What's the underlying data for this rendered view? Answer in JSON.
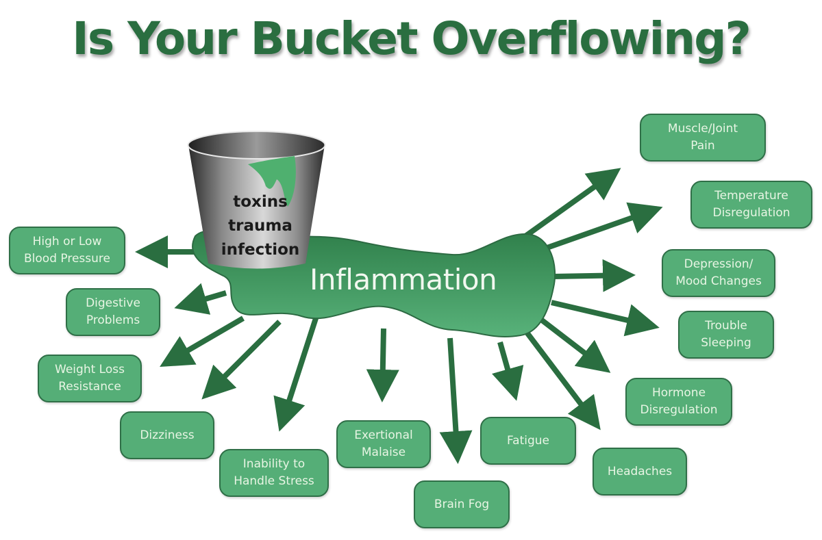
{
  "title": "Is Your Bucket Overflowing?",
  "bucket": {
    "lines": "toxins\ntrauma\ninfection",
    "items": [
      "toxins",
      "trauma",
      "infection"
    ]
  },
  "center": {
    "label": "Inflammation"
  },
  "colors": {
    "title": "#2a6e40",
    "arrow": "#2a6e40",
    "blob": "#3f9a5f",
    "box_fill": "#55ae77",
    "box_border": "#2f6f47",
    "box_text": "#e8f5e4"
  },
  "symptoms": [
    {
      "id": "muscle-joint-pain",
      "label": "Muscle/Joint\nPain"
    },
    {
      "id": "temperature-disregulation",
      "label": "Temperature\nDisregulation"
    },
    {
      "id": "depression-mood-changes",
      "label": "Depression/\nMood Changes"
    },
    {
      "id": "trouble-sleeping",
      "label": "Trouble\nSleeping"
    },
    {
      "id": "hormone-disregulation",
      "label": "Hormone\nDisregulation"
    },
    {
      "id": "headaches",
      "label": "Headaches"
    },
    {
      "id": "fatigue",
      "label": "Fatigue"
    },
    {
      "id": "brain-fog",
      "label": "Brain Fog"
    },
    {
      "id": "exertional-malaise",
      "label": "Exertional\nMalaise"
    },
    {
      "id": "inability-to-handle-stress",
      "label": "Inability to\nHandle Stress"
    },
    {
      "id": "dizziness",
      "label": "Dizziness"
    },
    {
      "id": "weight-loss-resistance",
      "label": "Weight Loss\nResistance"
    },
    {
      "id": "digestive-problems",
      "label": "Digestive\nProblems"
    },
    {
      "id": "high-or-low-blood-pressure",
      "label": "High or Low\nBlood Pressure"
    }
  ]
}
